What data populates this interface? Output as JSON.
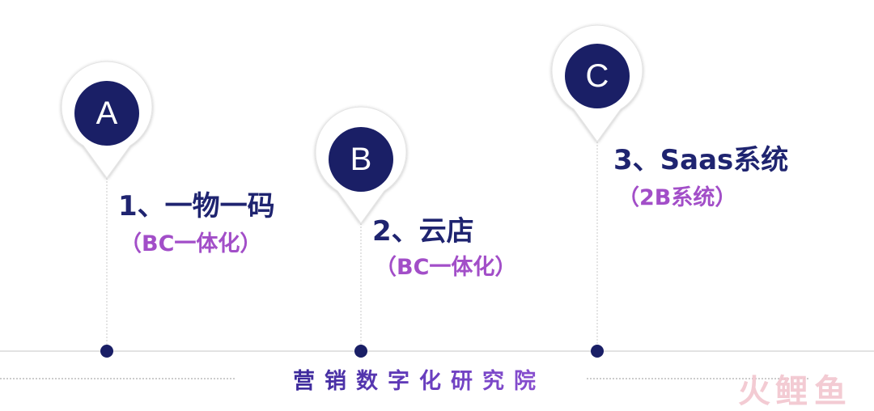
{
  "milestones": [
    {
      "letter": "A",
      "title": "1、一物一码",
      "subtitle": "（BC一体化）"
    },
    {
      "letter": "B",
      "title": "2、云店",
      "subtitle": "（BC一体化）"
    },
    {
      "letter": "C",
      "title": "3、Saas系统",
      "subtitle": "（2B系统）"
    }
  ],
  "footer": {
    "text": "营销数字化研究院"
  },
  "watermark": {
    "char1": "火",
    "char2": "鲤",
    "char3": "鱼"
  },
  "colors": {
    "circle_fill": "#1a1f66",
    "title": "#1f2470",
    "subtitle": "#a24ec8",
    "footer": "#4a35a8",
    "watermark": "#f2c6cf",
    "baseline": "#d9d9d9"
  }
}
